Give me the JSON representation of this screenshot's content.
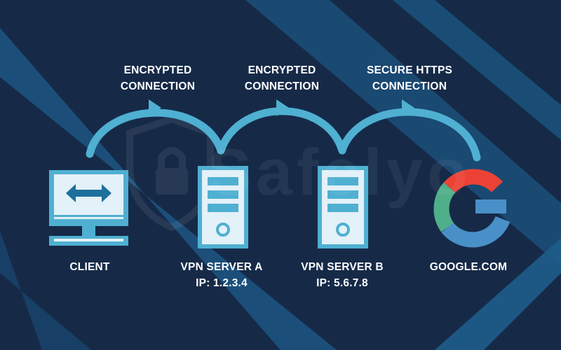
{
  "connections": [
    {
      "line1": "ENCRYPTED",
      "line2": "CONNECTION"
    },
    {
      "line1": "ENCRYPTED",
      "line2": "CONNECTION"
    },
    {
      "line1": "SECURE HTTPS",
      "line2": "CONNECTION"
    }
  ],
  "nodes": {
    "client": {
      "name": "CLIENT",
      "icon": "monitor-icon"
    },
    "vpn_a": {
      "name": "VPN SERVER A",
      "ip": "IP: 1.2.3.4",
      "icon": "server-tower-icon"
    },
    "vpn_b": {
      "name": "VPN SERVER B",
      "ip": "IP: 5.6.7.8",
      "icon": "server-tower-icon"
    },
    "google": {
      "name": "GOOGLE.COM",
      "icon": "google-g-logo-icon"
    }
  },
  "watermark": {
    "text": "Safelyo",
    "icon": "shield-lock-icon"
  },
  "colors": {
    "background": "#162a48",
    "stripe": "#1d5d8a",
    "accent": "#4fb0d2",
    "panel": "#e3f1f8",
    "google_red": "#ea4335",
    "google_green": "#4faf8a",
    "google_blue": "#4a90c8"
  }
}
